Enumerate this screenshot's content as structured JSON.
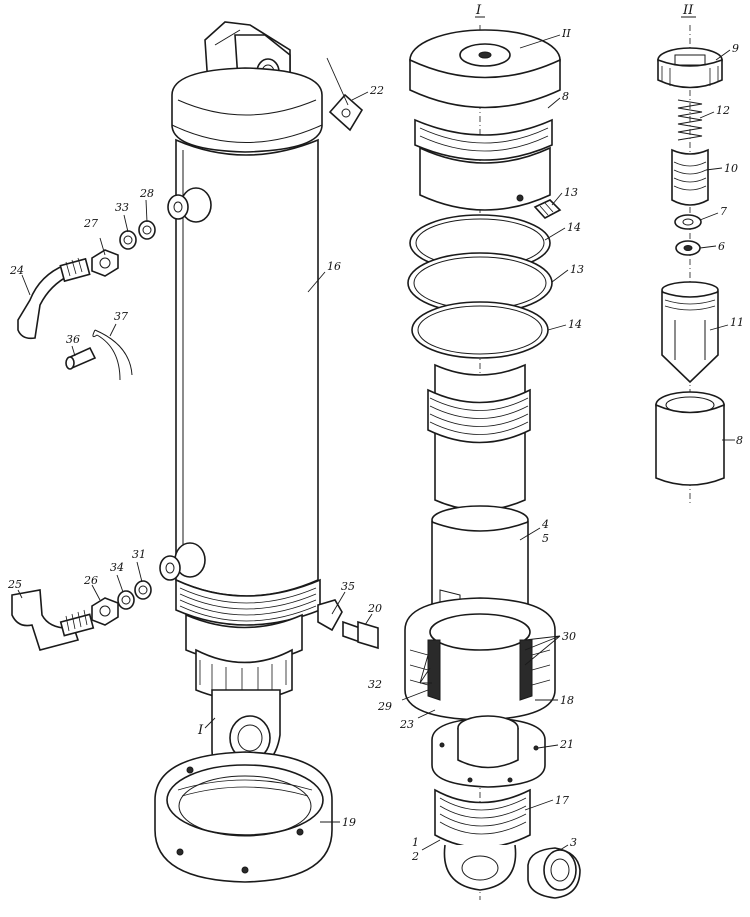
{
  "sections": {
    "view_1": "I",
    "view_2": "II",
    "detail_1_ref": "I"
  },
  "labels": {
    "p1": "1",
    "p2": "2",
    "p3": "3",
    "p4": "4",
    "p5": "5",
    "p6": "6",
    "p7": "7",
    "p8a": "8",
    "p8b": "8",
    "p9": "9",
    "p10": "10",
    "p11": "11",
    "p12": "12",
    "p13a": "13",
    "p13b": "13",
    "p14a": "14",
    "p14b": "14",
    "p16": "16",
    "p17": "17",
    "p18": "18",
    "p19": "19",
    "p20": "20",
    "p21": "21",
    "p22": "22",
    "p23": "23",
    "p24": "24",
    "p25": "25",
    "p26": "26",
    "p27": "27",
    "p28": "28",
    "p29": "29",
    "p30": "30",
    "p31": "31",
    "p32": "32",
    "p33": "33",
    "p34": "34",
    "p35": "35",
    "p36": "36",
    "p37": "37"
  }
}
